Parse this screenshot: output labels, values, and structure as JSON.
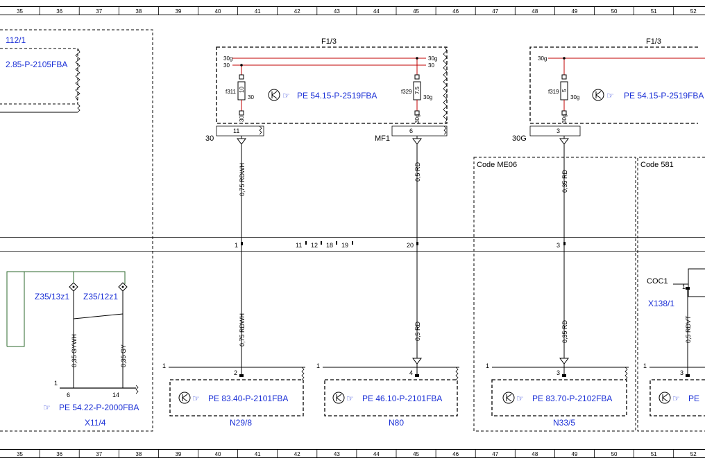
{
  "ruler": {
    "top": [
      "35",
      "36",
      "37",
      "38",
      "39",
      "40",
      "41",
      "42",
      "43",
      "44",
      "45",
      "46",
      "47",
      "48",
      "49",
      "50",
      "51",
      "52"
    ],
    "bottom": [
      "35",
      "36",
      "37",
      "38",
      "39",
      "40",
      "41",
      "42",
      "43",
      "44",
      "45",
      "46",
      "47",
      "48",
      "49",
      "50",
      "51",
      "52"
    ]
  },
  "left_module": {
    "ref_top": "112/1",
    "ref_pe": "2.85-P-2105FBA"
  },
  "fusebox_a": {
    "title": "F1/3",
    "rail_30g_left": "30g",
    "rail_30_left": "30",
    "rail_30g_right": "30g",
    "rail_30_right": "30",
    "fuse1_id": "f311",
    "fuse1_amp": "10",
    "fuse1_term": "30",
    "fuse1_out": "30",
    "fuse2_id": "f329",
    "fuse2_amp": "7.5",
    "fuse2_term": "30g",
    "fuse2_out": "30g",
    "pe_ref": "PE 54.15-P-2519FBA",
    "pin1": "11",
    "pin2": "6"
  },
  "fusebox_b": {
    "title": "F1/3",
    "rail_30g": "30g",
    "fuse_id": "f319",
    "fuse_amp": "5",
    "fuse_term": "30g",
    "fuse_out": "30g",
    "pe_ref": "PE 54.15-P-2519FBA",
    "pin": "3"
  },
  "signals": {
    "s1": "30",
    "s2": "MF1",
    "s3": "30G"
  },
  "wires": {
    "w1_top": "0,75 RDWH",
    "w2_top": "0,5 RD",
    "w3_top": "0,35 RD",
    "w1_bottom": "0,75 RDWH",
    "w2_bottom": "0,5 RD",
    "w3_bottom": "0,35 RD",
    "w4": "0,5 RDVT",
    "w5": "0,35 GYWH",
    "w6": "0,35 GY"
  },
  "code_boxes": {
    "c1": "Code ME06",
    "c2": "Code 581"
  },
  "bus_pins": {
    "p1": "1",
    "p11": "11",
    "p12": "12",
    "p18": "18",
    "p19": "19",
    "p20": "20",
    "p3": "3"
  },
  "splices": {
    "z1": "Z35/13z1",
    "z2": "Z35/12z1"
  },
  "x11": {
    "pin_a": "6",
    "pin_b": "14",
    "pin_1": "1",
    "pe_ref": "PE 54.22-P-2000FBA",
    "name": "X11/4"
  },
  "modules": {
    "n29": {
      "pin_left": "1",
      "pin": "2",
      "pe_ref": "PE 83.40-P-2101FBA",
      "name": "N29/8"
    },
    "n80": {
      "pin_left": "1",
      "pin": "4",
      "pe_ref": "PE 46.10-P-2101FBA",
      "name": "N80"
    },
    "n33": {
      "pin_left": "1",
      "pin": "3",
      "pe_ref": "PE 83.70-P-2102FBA",
      "name": "N33/5"
    },
    "right": {
      "pin_left": "1",
      "pin": "3",
      "pe_ref": "PE"
    }
  },
  "x138": {
    "coc": "COC1",
    "pin": "1",
    "name": "X138/1"
  },
  "colors": {
    "link_blue": "#1a2fd6",
    "rail_red": "#c00000",
    "ground_green": "#2d6a2d"
  }
}
